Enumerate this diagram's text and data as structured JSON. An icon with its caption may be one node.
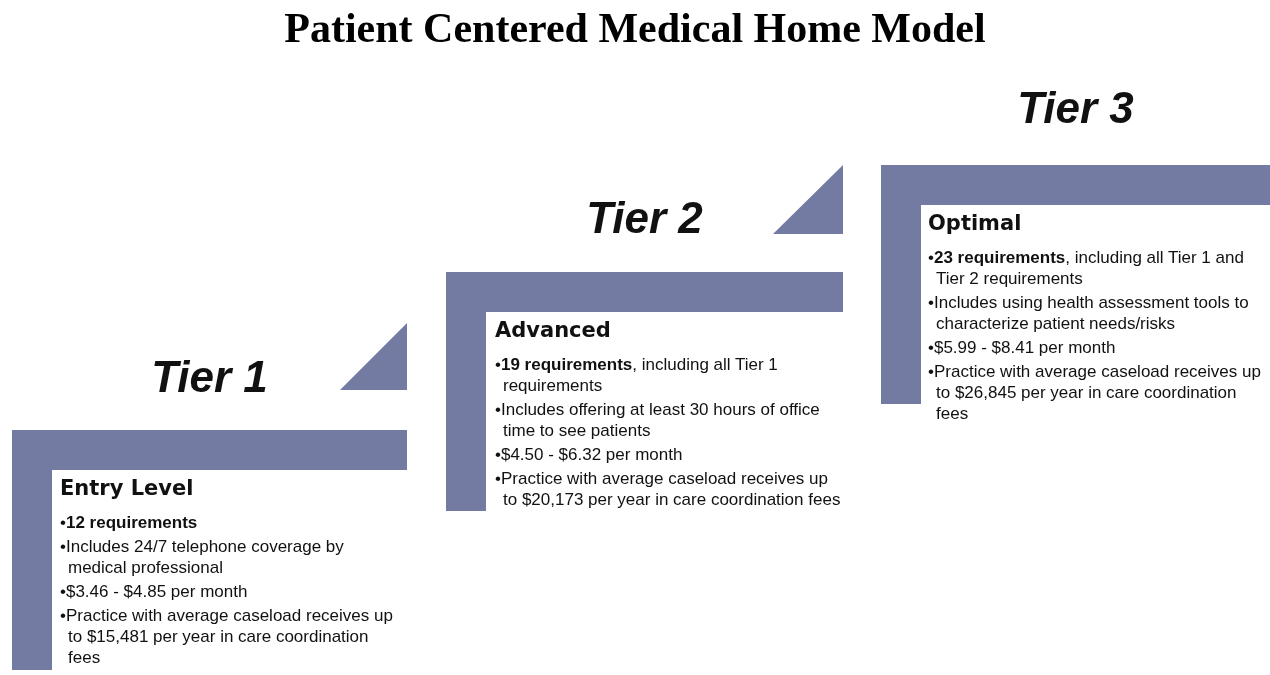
{
  "diagram": {
    "title": "Patient Centered Medical Home Model",
    "nodes": [
      {
        "text": [
          "Tier 1",
          "Entry Level",
          "•**12 requirements**",
          "•Includes 24/7 telephone coverage by medical professional",
          "•$3.46 - $4.85 per month",
          "•Practice with average caseload receives up to $15,481 per year in care coordination fees"
        ]
      },
      {
        "text": [
          "Tier 2",
          "Advanced",
          "•**19 requirements**, including all Tier 1 requirements",
          "•Includes offering at least 30 hours of office time to see patients",
          "•$4.50 - $6.32 per month",
          "•Practice with average caseload receives up to $20,173 per year in care coordination fees"
        ]
      },
      {
        "text": [
          "Tier 3",
          "Optimal",
          "•**23 requirements**, including  all Tier 1 and Tier 2 requirements",
          "•Includes using health assessment tools to characterize patient needs/risks",
          "•$5.99 - $8.41 per month",
          "•Practice with average caseload receives up to $26,845 per year in care coordination fees"
        ]
      }
    ]
  }
}
